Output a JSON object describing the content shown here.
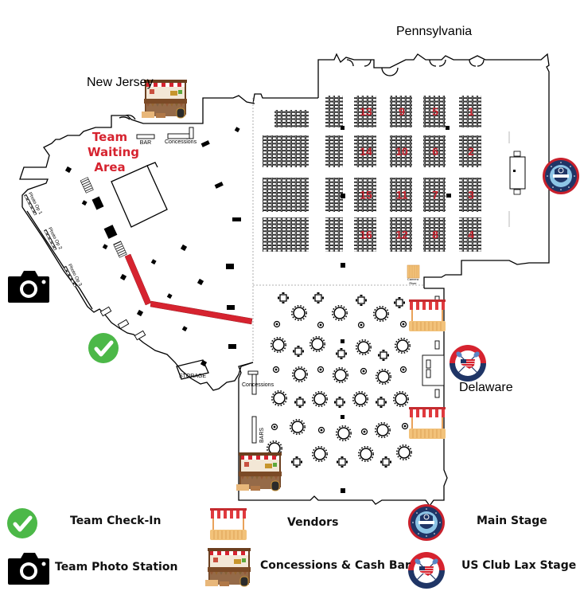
{
  "rooms": {
    "pennsylvania": "Pennsylvania",
    "new_jersey": "New Jersey",
    "delaware": "Delaware"
  },
  "areas": {
    "team_waiting": [
      "Team",
      "Waiting",
      "Area"
    ],
    "bar": "BAR",
    "concessions_top": "Concessions",
    "concessions_lower": "Concessions",
    "bars_lower": "BARS",
    "storage": "STORAGE",
    "camera_riser": [
      "Camera",
      "Riser"
    ],
    "photo_ops": [
      "Photo Op 1",
      "Photo Op 2",
      "Photo Op 3"
    ]
  },
  "seating_sections": [
    {
      "number": "13",
      "col": 0,
      "row": 0
    },
    {
      "number": "9",
      "col": 1,
      "row": 0
    },
    {
      "number": "5",
      "col": 2,
      "row": 0
    },
    {
      "number": "1",
      "col": 3,
      "row": 0
    },
    {
      "number": "14",
      "col": 0,
      "row": 1
    },
    {
      "number": "10",
      "col": 1,
      "row": 1
    },
    {
      "number": "6",
      "col": 2,
      "row": 1
    },
    {
      "number": "2",
      "col": 3,
      "row": 1
    },
    {
      "number": "15",
      "col": 0,
      "row": 2
    },
    {
      "number": "11",
      "col": 1,
      "row": 2
    },
    {
      "number": "7",
      "col": 2,
      "row": 2
    },
    {
      "number": "3",
      "col": 3,
      "row": 2
    },
    {
      "number": "16",
      "col": 0,
      "row": 3
    },
    {
      "number": "12",
      "col": 1,
      "row": 3
    },
    {
      "number": "8",
      "col": 2,
      "row": 3
    },
    {
      "number": "4",
      "col": 3,
      "row": 3
    }
  ],
  "stage_logos": {
    "main_stage_year": "2025",
    "main_stage_ring_text": "PHILADELPHIA",
    "us_club_ring_text": "US CLUB LACROSSE"
  },
  "legend": [
    {
      "icon": "checkmark-icon",
      "label": "Team Check-In"
    },
    {
      "icon": "vendor-stall-icon",
      "label": "Vendors"
    },
    {
      "icon": "main-stage-logo-icon",
      "label": "Main Stage"
    },
    {
      "icon": "camera-icon",
      "label": "Team Photo Station"
    },
    {
      "icon": "concession-stand-icon",
      "label": "Concessions & Cash Bar"
    },
    {
      "icon": "us-club-lax-logo-icon",
      "label": "US Club Lax Stage"
    }
  ],
  "colors": {
    "accent_red": "#d6232f",
    "checkin_green": "#4cb848",
    "stage_navy": "#1f3566",
    "stage_light_blue": "#8ec5e6",
    "vendor_stripe_red": "#e03a3e",
    "vendor_wood": "#f2c27a"
  }
}
